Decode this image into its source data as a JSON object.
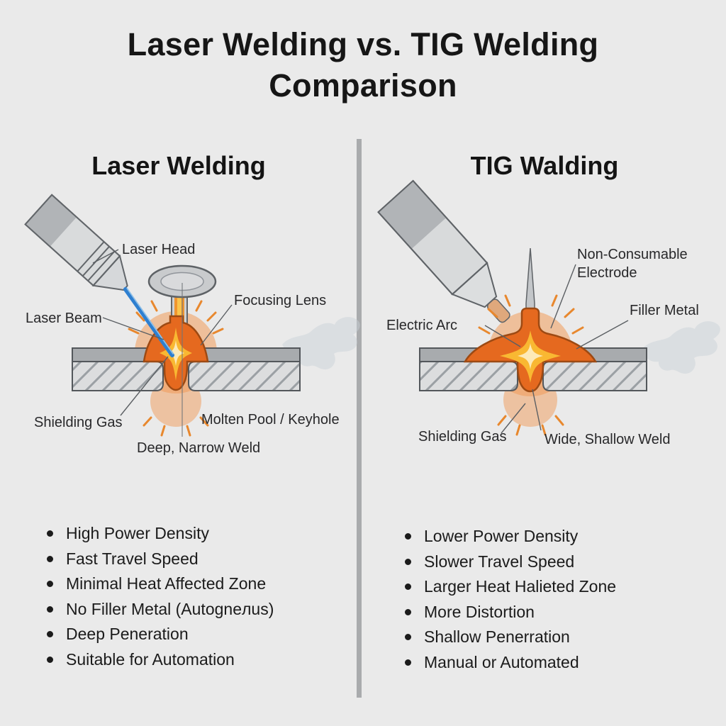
{
  "title": "Laser Welding vs. TIG Welding Comparison",
  "left": {
    "heading": "Laser Welding",
    "labels": {
      "laser_head": "Laser Head",
      "focusing_lens": "Focusing Lens",
      "laser_beam": "Laser Beam",
      "shielding_gas": "Shielding Gas",
      "molten_pool": "Molten Pool / Keyhole",
      "weld": "Deep, Narrow Weld"
    },
    "bullets": [
      "High Power Density",
      "Fast Travel Speed",
      "Minimal Heat Affected Zone",
      "No Filler Metal (Autogneлus)",
      "Deep Peneration",
      "Suitable for Automation"
    ]
  },
  "right": {
    "heading": "TIG Walding",
    "labels": {
      "electrode_line1": "Non-Consumable",
      "electrode_line2": "Electrode",
      "electric_arc": "Electric Arc",
      "filler_metal": "Filler Metal",
      "shielding_gas": "Shielding Gas",
      "weld": "Wide, Shallow Weld"
    },
    "bullets": [
      "Lower Power Density",
      "Slower Travel Speed",
      "Larger Heat Halieted Zone",
      "More Distortion",
      "Shallow Penerration",
      "Manual or Automated"
    ]
  },
  "colors": {
    "background": "#eaeaea",
    "ink": "#1b1b1b",
    "divider": "#a9abad",
    "laser_beam_blue": "#2e7fd0",
    "molten_orange": "#e5691f",
    "glow_orange": "#f09a58",
    "star_yellow": "#f9b832",
    "plate_gray": "#a8abae"
  }
}
